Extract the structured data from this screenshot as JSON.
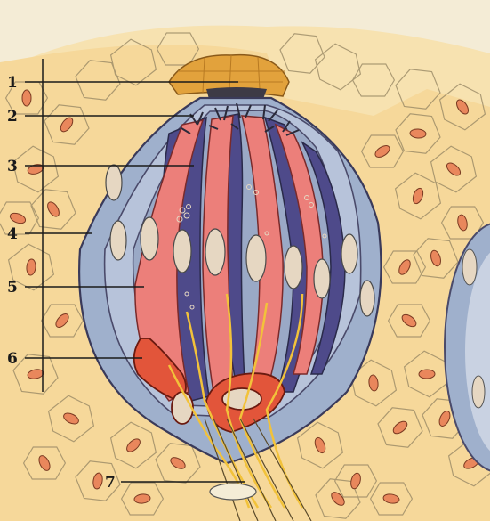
{
  "labels": [
    {
      "id": "1",
      "text": "1"
    },
    {
      "id": "2",
      "text": "2"
    },
    {
      "id": "3",
      "text": "3"
    },
    {
      "id": "4",
      "text": "4"
    },
    {
      "id": "5",
      "text": "5"
    },
    {
      "id": "6",
      "text": "6"
    },
    {
      "id": "7",
      "text": "7"
    }
  ],
  "colors": {
    "background": "#f4ecd6",
    "epithelium": "#f6d89a",
    "epithelium_outline": "#8a7a58",
    "nucleus_epithelium": "#e9875c",
    "supporting_cell_blue": "#9fb0cc",
    "sensory_cell_pink": "#ec7f7a",
    "basal_cell_red": "#e2553a",
    "dark_cell_purple": "#4e4a8a",
    "pore_keratin": "#e2a23c",
    "nerve_fiber": "#f2c23a",
    "nucleus_pale": "#e6d7c2"
  }
}
